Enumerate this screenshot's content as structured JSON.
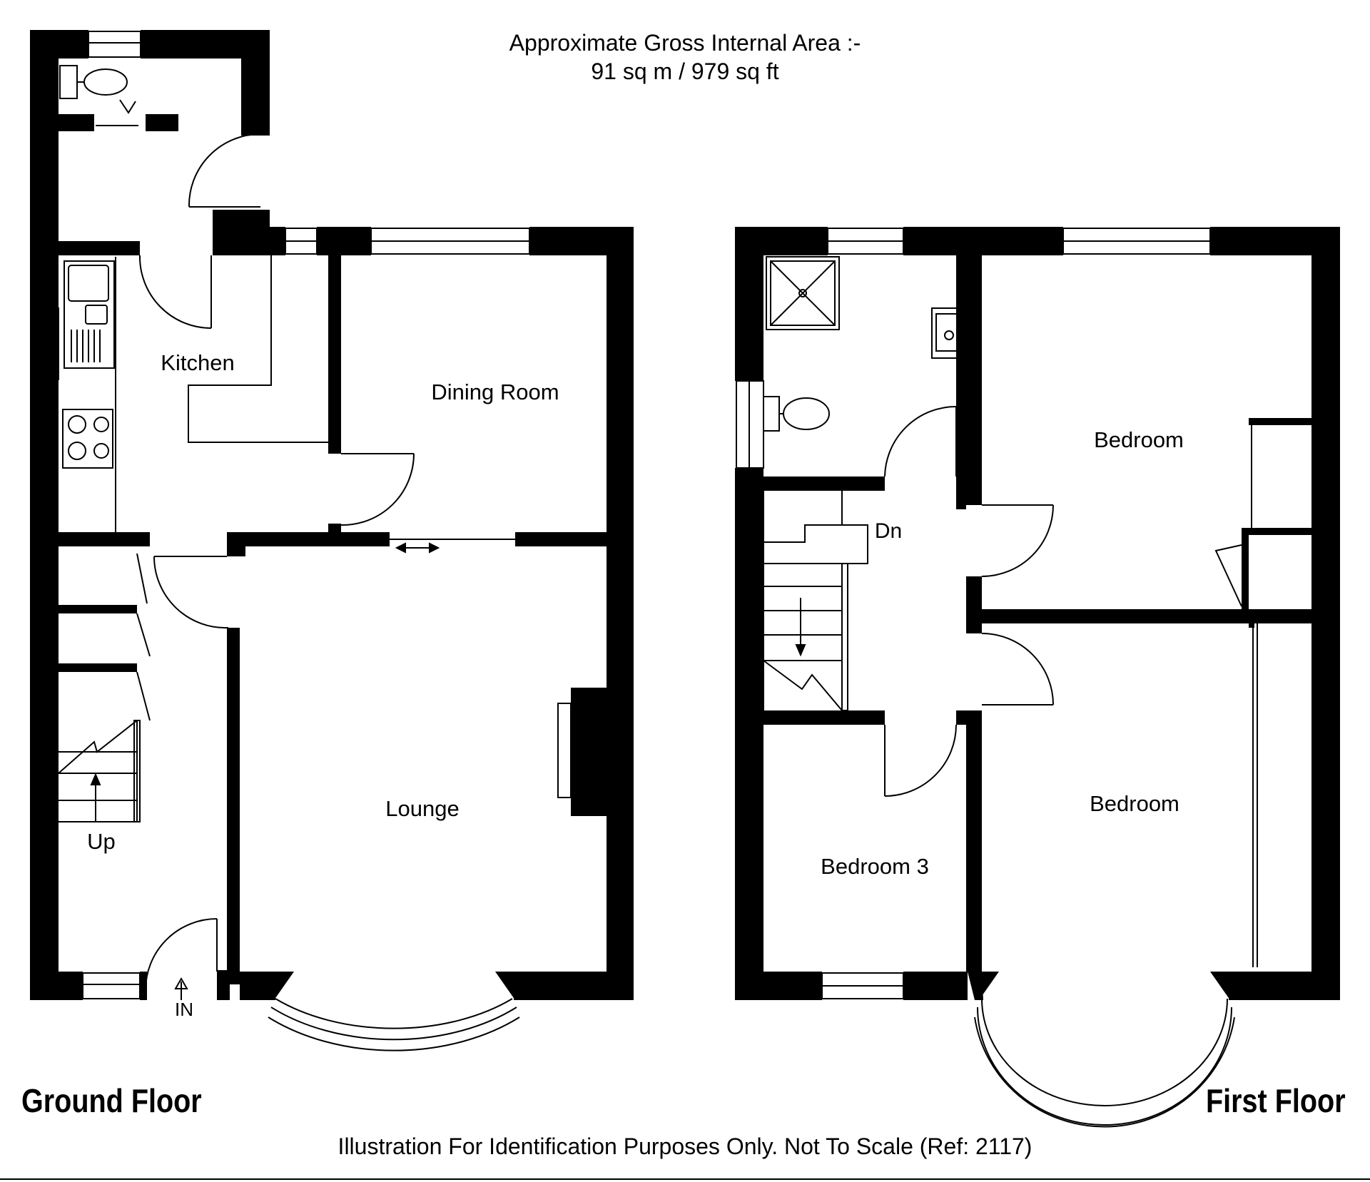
{
  "header": {
    "area_line1": "Approximate Gross Internal Area :-",
    "area_line2": "91 sq m / 979 sq ft"
  },
  "ground_floor": {
    "title": "Ground Floor",
    "rooms": {
      "kitchen": "Kitchen",
      "dining_room": "Dining Room",
      "lounge": "Lounge"
    },
    "stairs_label": "Up",
    "entrance_label": "IN"
  },
  "first_floor": {
    "title": "First Floor",
    "rooms": {
      "bedroom_rear": "Bedroom",
      "bedroom_front": "Bedroom",
      "bedroom_3": "Bedroom 3"
    },
    "stairs_label": "Dn"
  },
  "footer": {
    "disclaimer": "Illustration For Identification Purposes Only. Not To Scale (Ref: 2117)"
  },
  "colors": {
    "wall": "#000000",
    "background": "#ffffff"
  }
}
